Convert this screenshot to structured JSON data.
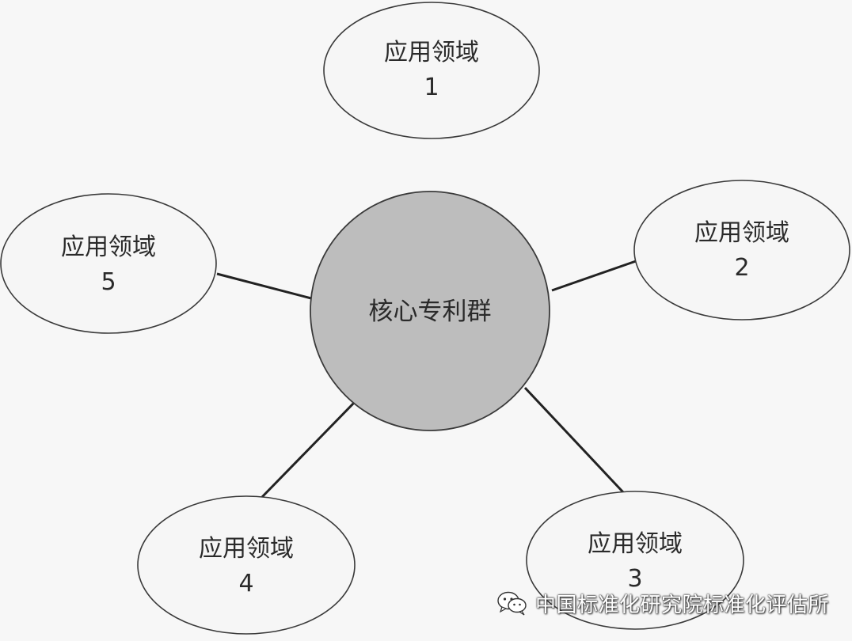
{
  "diagram": {
    "center": {
      "label": "核心专利群"
    },
    "nodes": [
      {
        "line1": "应用领域",
        "line2": "1"
      },
      {
        "line1": "应用领域",
        "line2": "2"
      },
      {
        "line1": "应用领域",
        "line2": "3"
      },
      {
        "line1": "应用领域",
        "line2": "4"
      },
      {
        "line1": "应用领域",
        "line2": "5"
      }
    ]
  },
  "watermark": {
    "icon": "wechat-icon",
    "text": "中国标准化研究院标准化评估所"
  }
}
